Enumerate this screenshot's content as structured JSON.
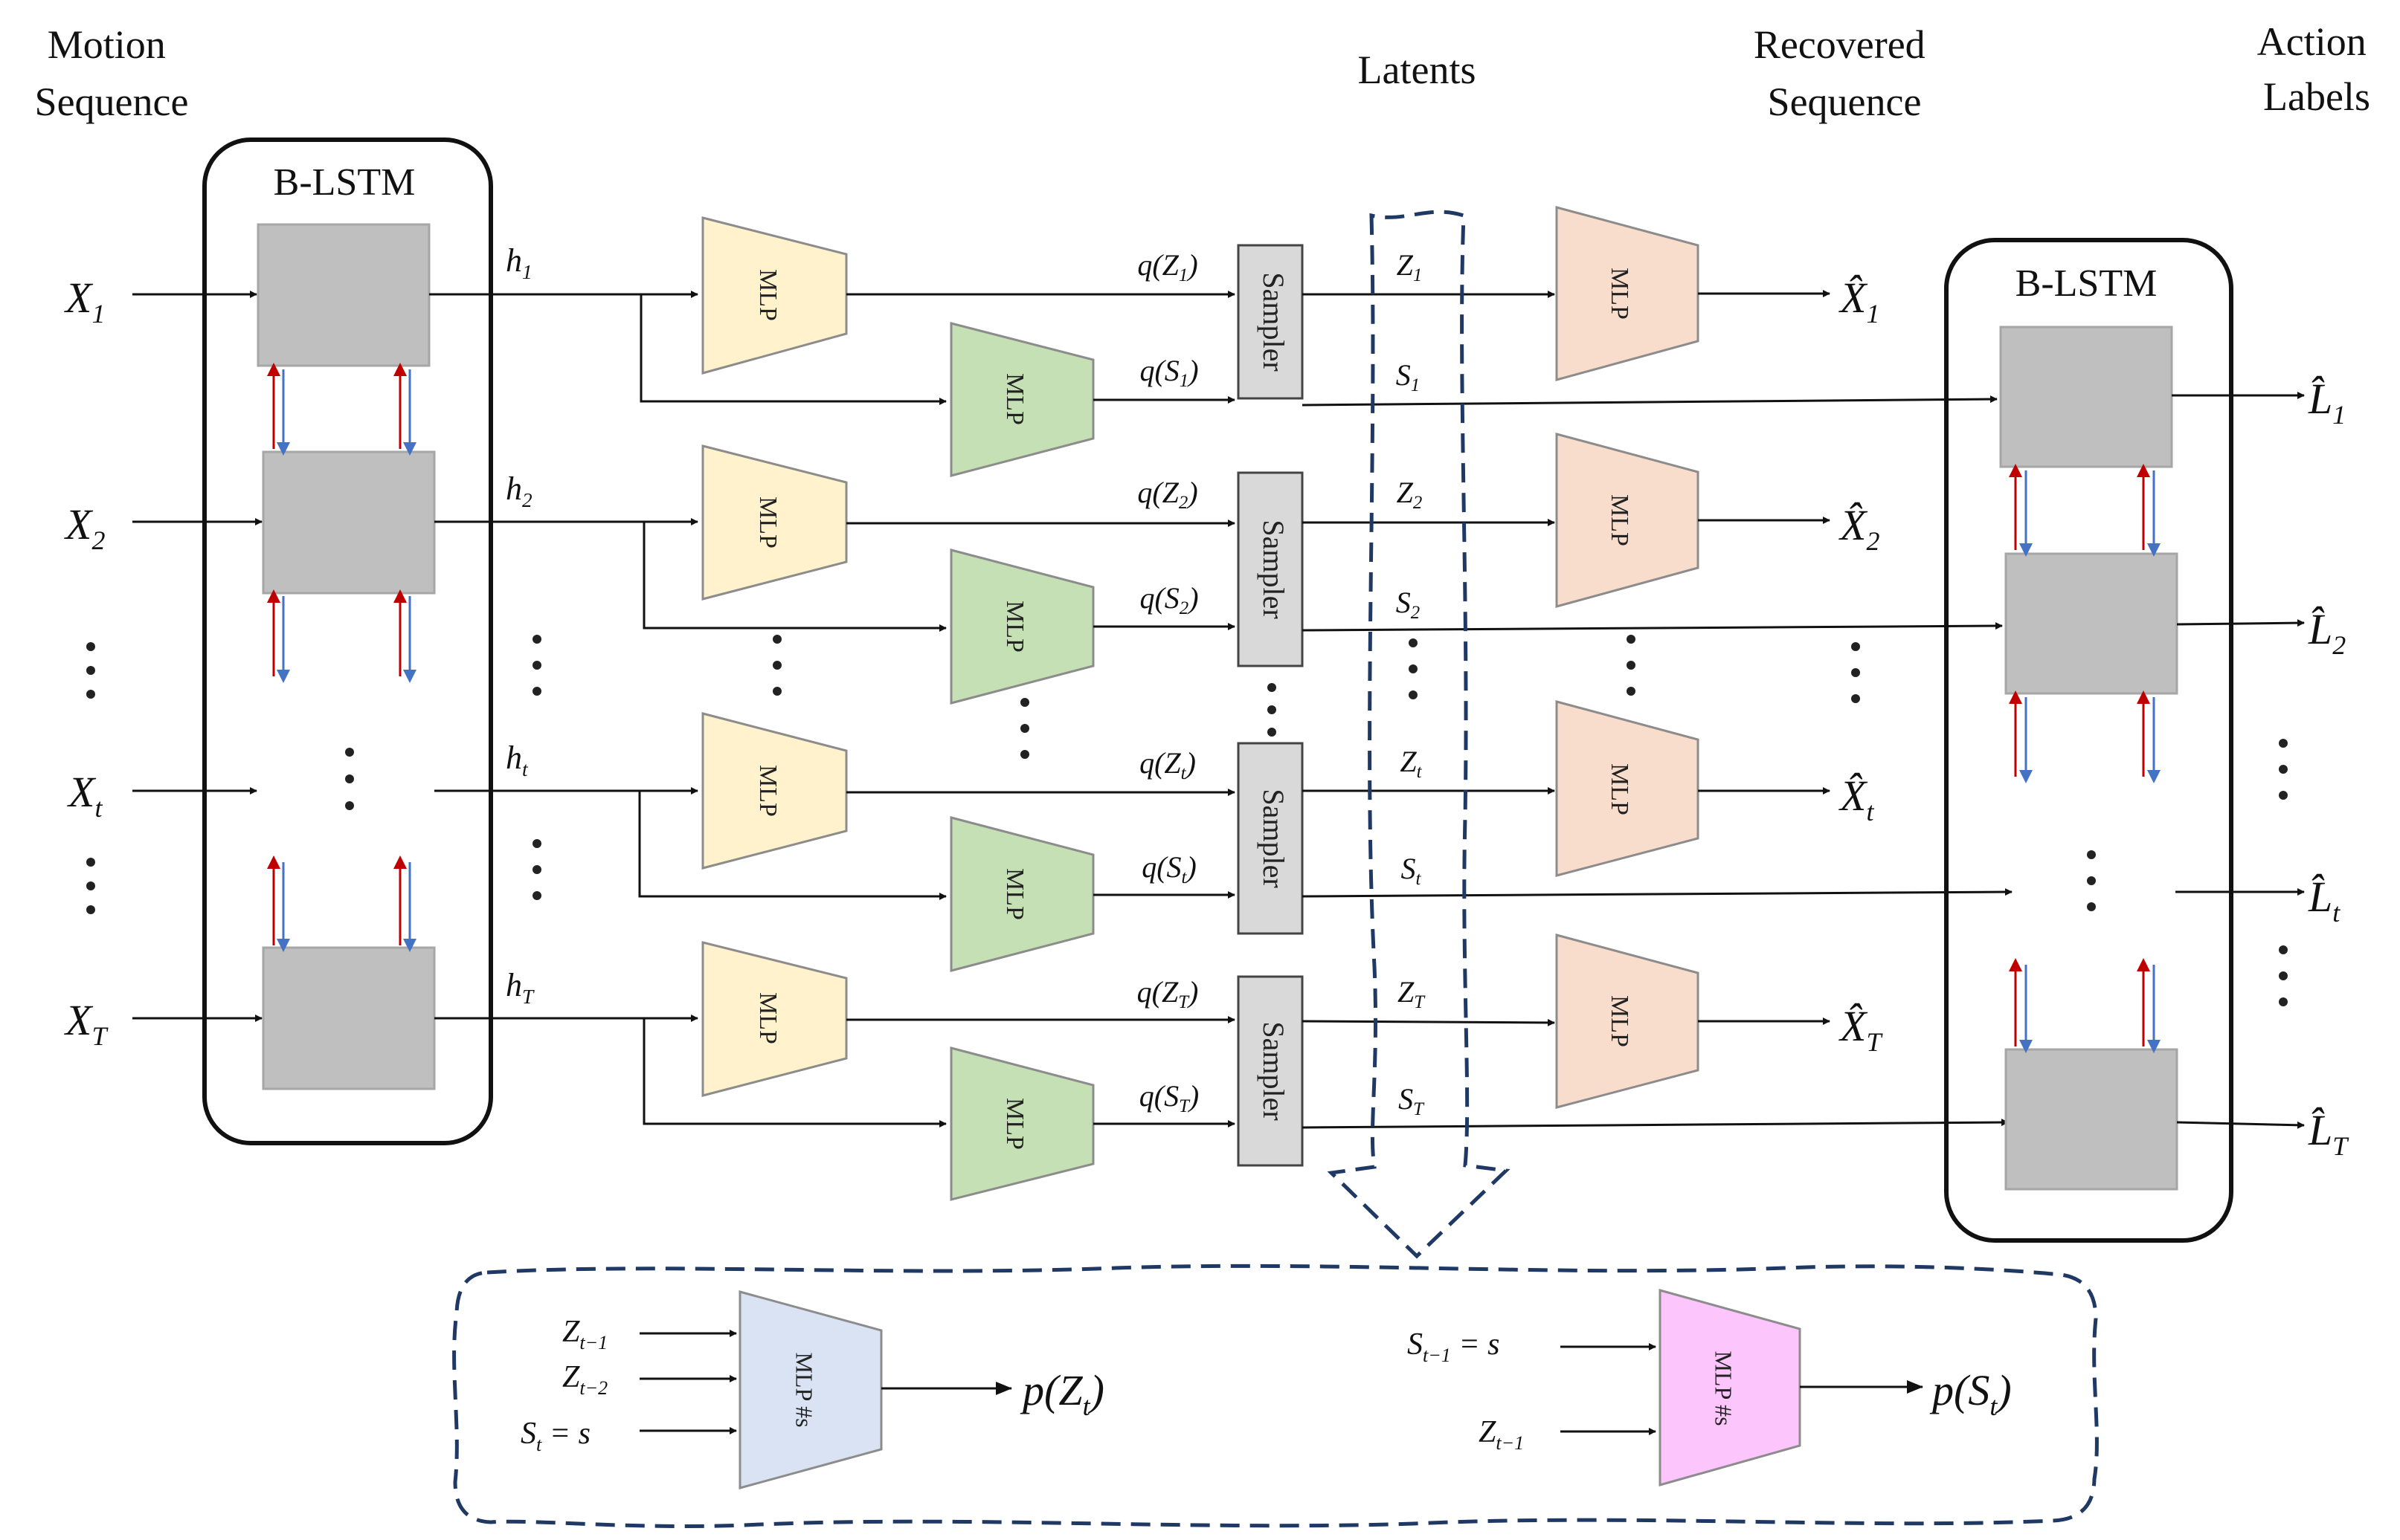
{
  "headers": {
    "motion": [
      "Motion",
      "Sequence"
    ],
    "latents": "Latents",
    "recovered": [
      "Recovered",
      "Sequence"
    ],
    "action": [
      "Action",
      "Labels"
    ]
  },
  "encoder": {
    "title": "B-LSTM"
  },
  "classifier": {
    "title": "B-LSTM"
  },
  "rows": [
    {
      "id": "1",
      "x": "X",
      "x_sub": "1",
      "h": "h",
      "h_sub": "1",
      "qz": "q(Z",
      "qz_sub": "1",
      "qs": "q(S",
      "qs_sub": "1",
      "z": "Z",
      "z_sub": "1",
      "s": "S",
      "s_sub": "1",
      "xhat": "X̂",
      "xhat_sub": "1",
      "lhat": "L̂",
      "lhat_sub": "1"
    },
    {
      "id": "2",
      "x": "X",
      "x_sub": "2",
      "h": "h",
      "h_sub": "2",
      "qz": "q(Z",
      "qz_sub": "2",
      "qs": "q(S",
      "qs_sub": "2",
      "z": "Z",
      "z_sub": "2",
      "s": "S",
      "s_sub": "2",
      "xhat": "X̂",
      "xhat_sub": "2",
      "lhat": "L̂",
      "lhat_sub": "2"
    },
    {
      "id": "t",
      "x": "X",
      "x_sub": "t",
      "h": "h",
      "h_sub": "t",
      "qz": "q(Z",
      "qz_sub": "t",
      "qs": "q(S",
      "qs_sub": "t",
      "z": "Z",
      "z_sub": "t",
      "s": "S",
      "s_sub": "t",
      "xhat": "X̂",
      "xhat_sub": "t",
      "lhat": "L̂",
      "lhat_sub": "t"
    },
    {
      "id": "T",
      "x": "X",
      "x_sub": "T",
      "h": "h",
      "h_sub": "T",
      "qz": "q(Z",
      "qz_sub": "T",
      "qs": "q(S",
      "qs_sub": "T",
      "z": "Z",
      "z_sub": "T",
      "s": "S",
      "s_sub": "T",
      "xhat": "X̂",
      "xhat_sub": "T",
      "lhat": "L̂",
      "lhat_sub": "T"
    }
  ],
  "labels": {
    "mlp": "MLP",
    "sampler": "Sampler",
    "close_paren": ")"
  },
  "prior_z": {
    "model": "MLP #s",
    "in1": "Z",
    "in1_sub": "t−1",
    "in2": "Z",
    "in2_sub": "t−2",
    "in3": "S",
    "in3_sub": "t",
    "in3_rest": " = s",
    "out": "p(Z",
    "out_sub": "t",
    "out_close": ")"
  },
  "prior_s": {
    "model": "MLP #s",
    "in1": "S",
    "in1_sub": "t−1",
    "in1_rest": " = s",
    "in2": "Z",
    "in2_sub": "t−1",
    "out": "p(S",
    "out_sub": "t",
    "out_close": ")"
  },
  "colors": {
    "mlp_enc_z": "#fff2cc",
    "mlp_enc_s": "#c5e0b4",
    "mlp_dec": "#f8dccc",
    "mlp_prior_z": "#dae3f3",
    "mlp_prior_s": "#fcc5fc",
    "lstm_cell": "#bfbfbf",
    "sampler": "#d9d9d9",
    "dashed": "#1f3864",
    "arrow_up": "#c00000",
    "arrow_down": "#4472c4"
  }
}
